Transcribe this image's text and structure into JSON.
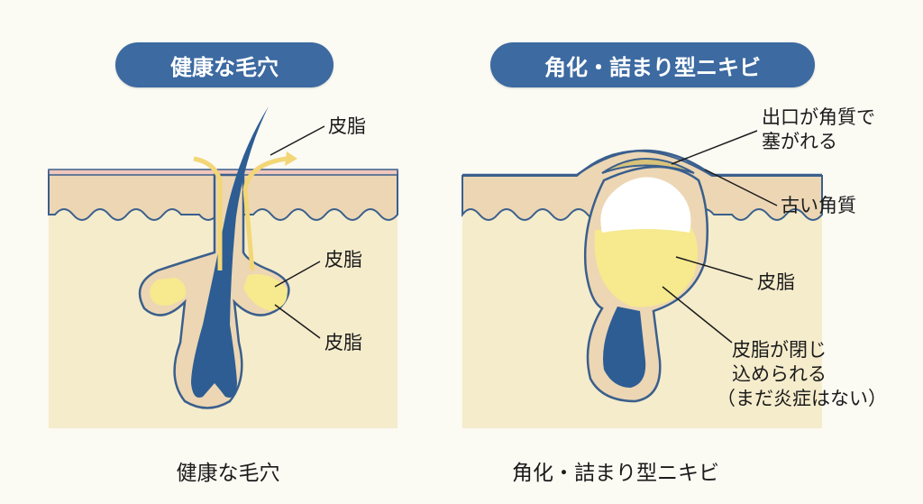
{
  "left_panel": {
    "title": "健康な毛穴",
    "caption": "健康な毛穴",
    "labels": {
      "sebum_top": "皮脂",
      "sebum_mid": "皮脂",
      "sebum_low": "皮脂"
    }
  },
  "right_panel": {
    "title": "角化・詰まり型ニキビ",
    "caption": "角化・詰まり型ニキビ",
    "labels": {
      "blocked_exit_line1": "出口が角質で",
      "blocked_exit_line2": "塞がれる",
      "old_keratin": "古い角質",
      "sebum": "皮脂",
      "trapped_line1": "皮脂が閉じ",
      "trapped_line2": "込められる",
      "trapped_line3": "（まだ炎症はない）"
    }
  },
  "colors": {
    "pill": "#3c6aa1",
    "skin": "#f5eccc",
    "skin_top": "#ecd6b4",
    "hair": "#2d5d93",
    "sebum": "#f6e98e",
    "line": "#3a5f8c"
  }
}
